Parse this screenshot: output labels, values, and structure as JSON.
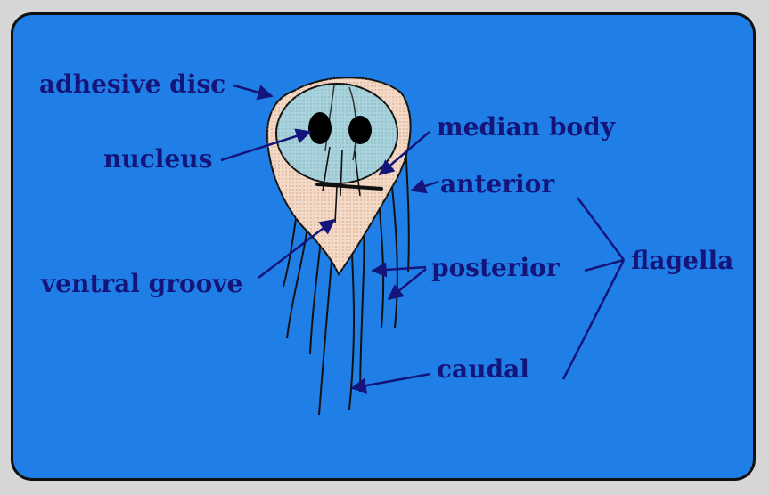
{
  "colors": {
    "background": "#1f7fe6",
    "label": "#14147a",
    "cell_body": "#f3d9c6",
    "adhesive_disc": "#a9d3dc",
    "outline": "#111111"
  },
  "labels": {
    "adhesive_disc": "adhesive disc",
    "nucleus": "nucleus",
    "median_body": "median body",
    "anterior": "anterior",
    "posterior": "posterior",
    "caudal": "caudal",
    "flagella": "flagella",
    "ventral_groove": "ventral groove"
  }
}
